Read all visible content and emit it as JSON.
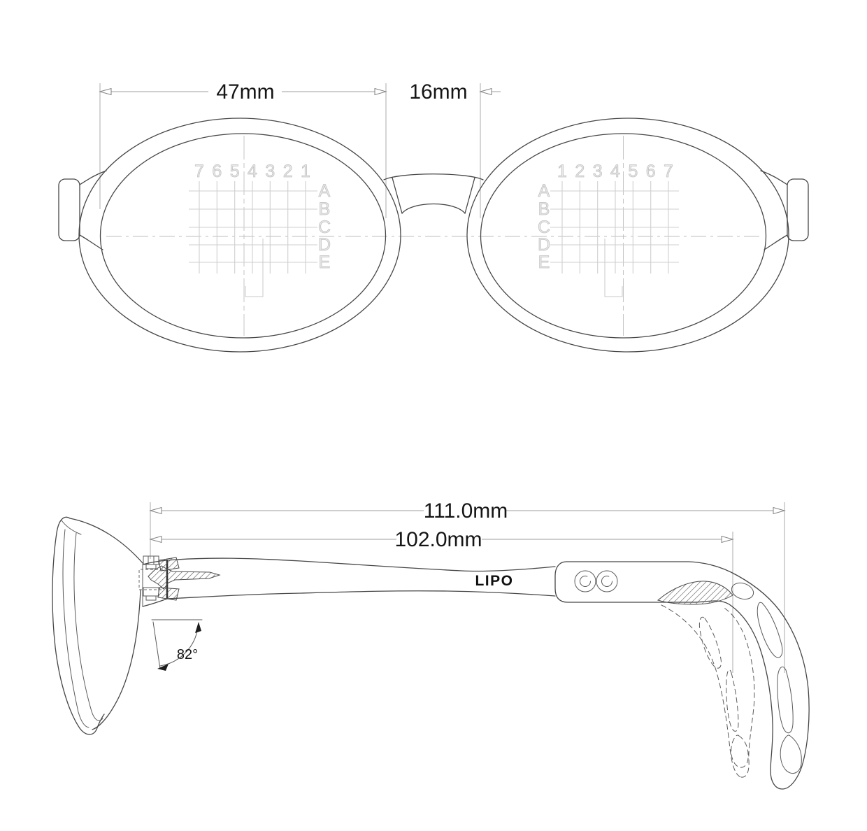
{
  "title": "Eyeglasses technical measurement drawing",
  "colors": {
    "line": "#474747",
    "auxiliary": "#9c9c9c",
    "grid": "#cfcfcf",
    "grid_label": "#e8e8e8",
    "text": "#151515",
    "logo": "#101010"
  },
  "front_view": {
    "lens_width_label": "47mm",
    "bridge_width_label": "16mm",
    "left_lens_grid": {
      "columns": [
        "7",
        "6",
        "5",
        "4",
        "3",
        "2",
        "1"
      ],
      "rows": [
        "A",
        "B",
        "C",
        "D",
        "E"
      ]
    },
    "right_lens_grid": {
      "columns": [
        "1",
        "2",
        "3",
        "4",
        "5",
        "6",
        "7"
      ],
      "rows": [
        "A",
        "B",
        "C",
        "D",
        "E"
      ]
    }
  },
  "side_view": {
    "total_length_label": "111.0mm",
    "temple_length_label": "102.0mm",
    "pantoscopic_angle_label": "82°",
    "brand": "LIPO"
  }
}
